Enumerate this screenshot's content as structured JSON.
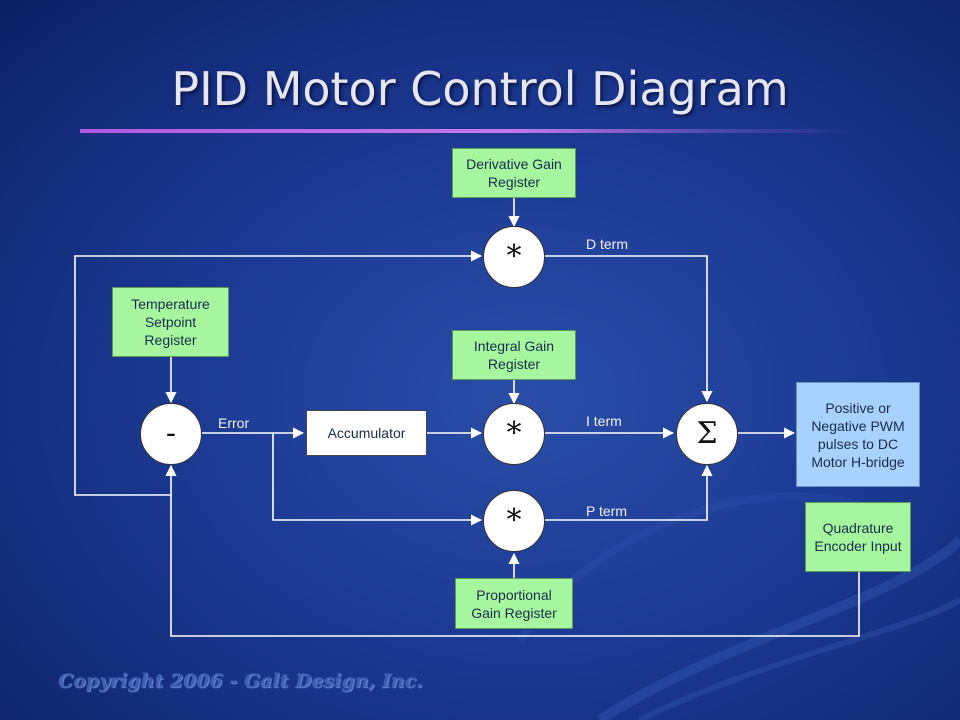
{
  "slide": {
    "title": "PID Motor Control Diagram",
    "copyright": "Copyright 2006 - Galt Design, Inc."
  },
  "blocks": {
    "derivative_gain": "Derivative Gain Register",
    "integral_gain": "Integral Gain Register",
    "proportional_gain": "Proportional Gain Register",
    "temperature_setpoint": "Temperature Setpoint Register",
    "accumulator": "Accumulator",
    "pwm_output": "Positive or Negative PWM pulses to DC Motor H-bridge",
    "quadrature_encoder": "Quadrature Encoder Input"
  },
  "operators": {
    "subtract": "-",
    "multiply_d": "*",
    "multiply_i": "*",
    "multiply_p": "*",
    "sum": "Σ"
  },
  "signals": {
    "error": "Error",
    "d_term": "D term",
    "i_term": "I term",
    "p_term": "P term"
  },
  "colors": {
    "register_fill": "#a6f6a0",
    "io_fill": "#a7d1ff",
    "wire": "#ffffff",
    "title_rule": "#b15adf"
  }
}
